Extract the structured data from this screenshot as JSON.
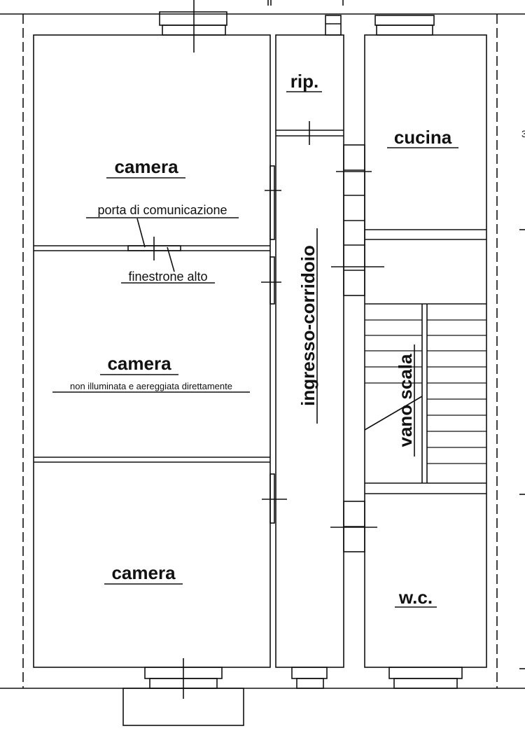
{
  "rooms": {
    "camera_top": "camera",
    "camera_middle": "camera",
    "camera_bottom": "camera",
    "ripostiglio": "rip.",
    "cucina": "cucina",
    "corridoio": "ingresso-corridoio",
    "vano_scala": "vano scala",
    "wc": "w.c."
  },
  "notes": {
    "porta": "porta di comunicazione",
    "finestrone": "finestrone alto",
    "non_illuminata": "non illuminata e aereggiata direttamente"
  },
  "edge_marks": {
    "right_top": "3"
  }
}
